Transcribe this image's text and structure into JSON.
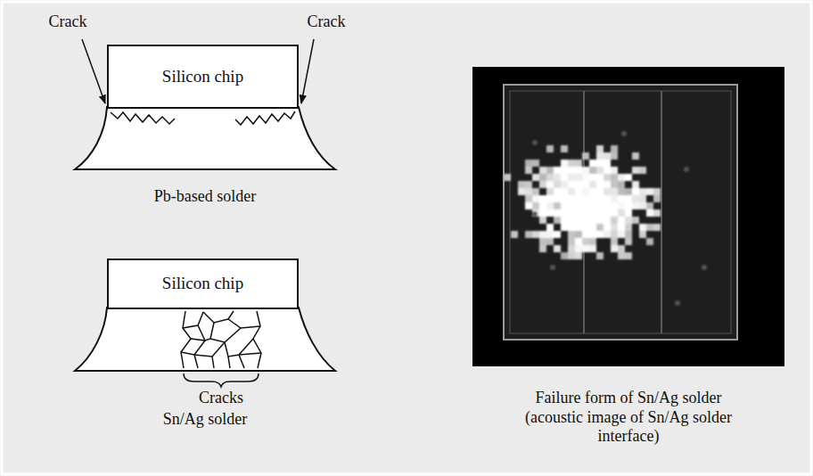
{
  "diagram": {
    "nodes": [
      {
        "text": [
          "Silicon chip"
        ]
      },
      {
        "text": [
          "Silicon chip"
        ]
      }
    ],
    "labels": [
      "Crack",
      "Crack",
      "Pb-based solder",
      "Cracks",
      "Sn/Ag solder",
      "Failure form of Sn/Ag solder (acoustic image of Sn/Ag solder interface)"
    ]
  }
}
